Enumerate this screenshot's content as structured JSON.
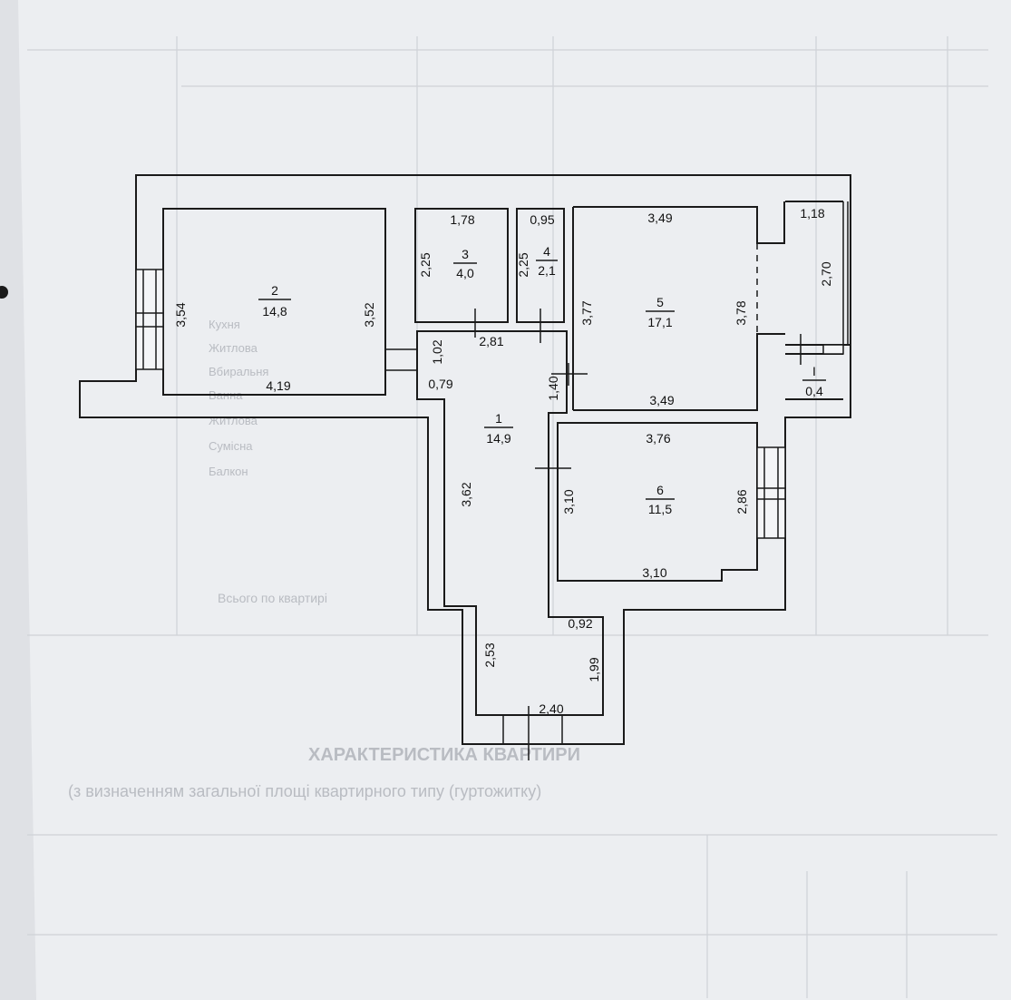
{
  "rooms": [
    {
      "number": "1",
      "area": "14,9"
    },
    {
      "number": "2",
      "area": "14,8"
    },
    {
      "number": "3",
      "area": "4,0"
    },
    {
      "number": "4",
      "area": "2,1"
    },
    {
      "number": "5",
      "area": "17,1"
    },
    {
      "number": "6",
      "area": "11,5"
    },
    {
      "number": "I",
      "area": "0,4"
    }
  ],
  "dimensions": {
    "r2_left": "3,54",
    "r2_right": "3,52",
    "r2_bottom": "4,19",
    "r3_top": "1,78",
    "r3_left": "2,25",
    "r4_top": "0,95",
    "r4_left": "2,25",
    "r5_top": "3,49",
    "r5_left": "3,77",
    "r5_right": "3,78",
    "r5_bottom": "3,49",
    "balcony_top": "1,18",
    "balcony_right": "2,70",
    "hall_a": "1,02",
    "hall_b": "2,81",
    "hall_c": "0,79",
    "hall_d": "1,40",
    "hall_e": "3,62",
    "r6_top": "3,76",
    "r6_left": "3,10",
    "r6_right": "2,86",
    "r6_bottom": "3,10",
    "corr_a": "0,92",
    "corr_b": "2,53",
    "corr_c": "1,99",
    "corr_d": "2,40"
  },
  "background_text": {
    "heading": "ХАРАКТЕРИСТИКА КВАРТИРИ",
    "subheading": "(з визначенням загальної площі квартирного типу (гуртожитку)",
    "table_total": "Всього по квартирі",
    "legend": [
      "Кухня",
      "Житлова",
      "Вбиральня",
      "Ванна",
      "Житлова",
      "Сумісна",
      "Балкон"
    ]
  }
}
